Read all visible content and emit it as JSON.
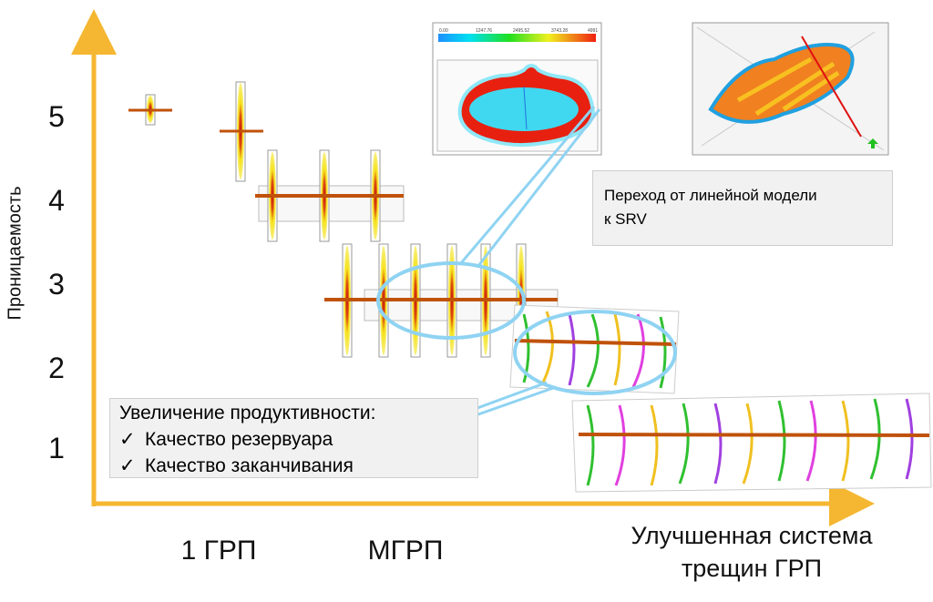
{
  "axes": {
    "y_label": "Проницаемость",
    "y_ticks": [
      "5",
      "4",
      "3",
      "2",
      "1"
    ],
    "x_categories": [
      "1 ГРП",
      "МГРП",
      "Улучшенная система трещин ГРП"
    ],
    "x_category_3_line1": "Улучшенная система",
    "x_category_3_line2": "трещин ГРП",
    "axis_color": "#f5b731"
  },
  "note_box": {
    "line1": "Переход от линейной модели",
    "line2": "к SRV"
  },
  "productivity_box": {
    "title": "Увеличение продуктивности:",
    "items": [
      {
        "check": "✓",
        "label": "Качество резервуара"
      },
      {
        "check": "✓",
        "label": "Качество заканчивания"
      }
    ]
  },
  "colorbar_ticks": [
    "0.00",
    "1247.76",
    "2495.52",
    "3743.28",
    "4991"
  ],
  "colors": {
    "well": "#c0520a",
    "fracture": "#f5e21a",
    "highlight": "#8fd3f2"
  }
}
